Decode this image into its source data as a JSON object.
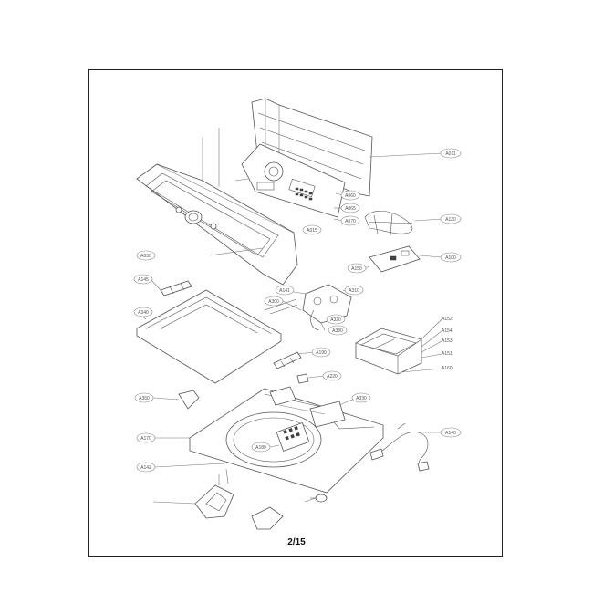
{
  "page": {
    "number": "2/15"
  },
  "callouts": [
    {
      "id": "c-a011",
      "label": "A011"
    },
    {
      "id": "c-a060",
      "label": "A060"
    },
    {
      "id": "c-a065",
      "label": "A065"
    },
    {
      "id": "c-a070",
      "label": "A070"
    },
    {
      "id": "c-a015",
      "label": "A015"
    },
    {
      "id": "c-a130",
      "label": "A130"
    },
    {
      "id": "c-a150",
      "label": "A150"
    },
    {
      "id": "c-a100",
      "label": "A100"
    },
    {
      "id": "c-a030",
      "label": "A030"
    },
    {
      "id": "c-a145",
      "label": "A145"
    },
    {
      "id": "c-a152",
      "label": "A152"
    },
    {
      "id": "c-a154",
      "label": "A154"
    },
    {
      "id": "c-a153",
      "label": "A153"
    },
    {
      "id": "c-a151",
      "label": "A151"
    },
    {
      "id": "c-a160",
      "label": "A160"
    },
    {
      "id": "c-a141",
      "label": "A141"
    },
    {
      "id": "c-a340",
      "label": "A340"
    },
    {
      "id": "c-a300",
      "label": "A300"
    },
    {
      "id": "c-a310",
      "label": "A310"
    },
    {
      "id": "c-a320",
      "label": "A320"
    },
    {
      "id": "c-a380",
      "label": "A380"
    },
    {
      "id": "c-a190",
      "label": "A190"
    },
    {
      "id": "c-a220",
      "label": "A220"
    },
    {
      "id": "c-a360",
      "label": "A360"
    },
    {
      "id": "c-a330",
      "label": "A330"
    },
    {
      "id": "c-a170",
      "label": "A170"
    },
    {
      "id": "c-a140",
      "label": "A140"
    },
    {
      "id": "c-a180",
      "label": "A180"
    },
    {
      "id": "c-a142",
      "label": "A142"
    }
  ]
}
